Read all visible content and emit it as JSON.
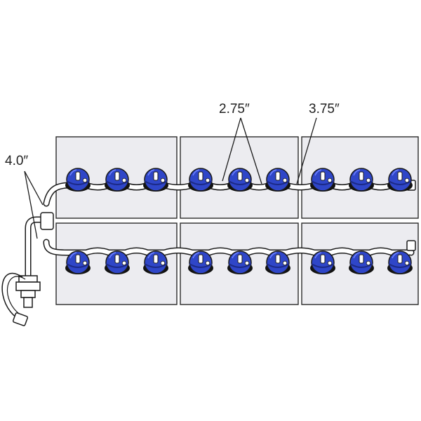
{
  "dimensions": {
    "spacing_inner": "2.75″",
    "spacing_between_batteries": "3.75″",
    "feed_tube_length": "4.0″"
  },
  "colors": {
    "cap_blue": "#2f46c8",
    "cap_dark": "#1c2a86",
    "panel_fill": "#ececf0",
    "outline": "#1a1a1a",
    "tube": "#ffffff"
  },
  "layout": {
    "rows": 2,
    "batteries_per_row": 3,
    "caps_per_battery": 3
  }
}
